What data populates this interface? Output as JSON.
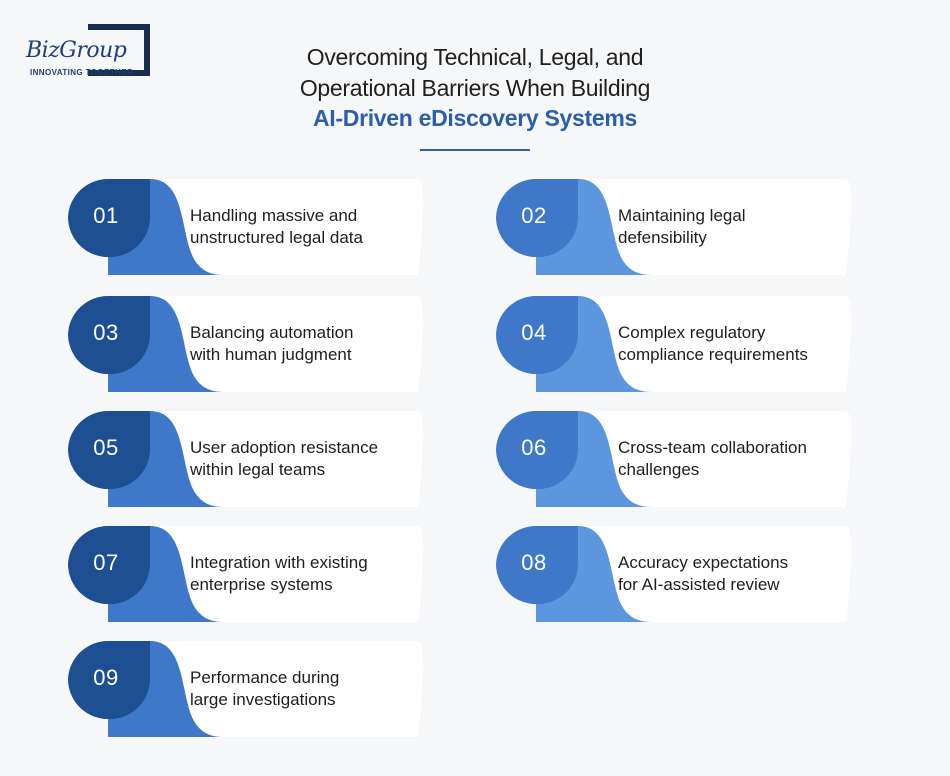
{
  "brand": {
    "name": "BizGroup",
    "tagline": "INNOVATING TOGETHER"
  },
  "title": {
    "line1": "Overcoming Technical, Legal, and",
    "line2": "Operational Barriers When Building",
    "line3": "AI-Driven eDiscovery Systems"
  },
  "colors": {
    "background": "#f6f7f9",
    "dark_blue": "#1e4f93",
    "mid_blue": "#3f78c8",
    "light_blue": "#5b96df",
    "title_accent": "#2c5ea9"
  },
  "items": [
    {
      "number": "01",
      "line1": "Handling massive and",
      "line2": "unstructured legal data",
      "theme": "dark"
    },
    {
      "number": "02",
      "line1": "Maintaining legal",
      "line2": "defensibility",
      "theme": "light"
    },
    {
      "number": "03",
      "line1": "Balancing automation",
      "line2": "with human judgment",
      "theme": "dark"
    },
    {
      "number": "04",
      "line1": "Complex regulatory",
      "line2": "compliance requirements",
      "theme": "light"
    },
    {
      "number": "05",
      "line1": "User adoption resistance",
      "line2": "within legal teams",
      "theme": "dark"
    },
    {
      "number": "06",
      "line1": "Cross-team collaboration",
      "line2": "challenges",
      "theme": "light"
    },
    {
      "number": "07",
      "line1": "Integration with existing",
      "line2": "enterprise systems",
      "theme": "dark"
    },
    {
      "number": "08",
      "line1": "Accuracy expectations",
      "line2": "for AI-assisted review",
      "theme": "light"
    },
    {
      "number": "09",
      "line1": "Performance during",
      "line2": "large investigations",
      "theme": "dark"
    }
  ]
}
